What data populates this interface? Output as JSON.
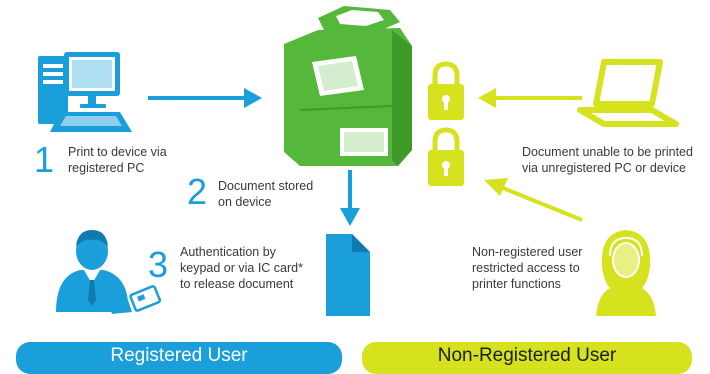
{
  "colors": {
    "registered_blue": "#1a9fdb",
    "nonregistered_lime": "#d6e21e",
    "device_green": "#55b83a",
    "text_dark": "#3a3a3a"
  },
  "icons": {
    "pc": "desktop-computer-icon",
    "device": "multifunction-printer-icon",
    "document": "document-icon",
    "registered_user": "business-man-icon",
    "ic_card": "ic-card-icon",
    "laptop": "laptop-icon",
    "lock_top": "padlock-icon",
    "lock_bottom": "padlock-icon",
    "nonregistered_user": "woman-user-icon"
  },
  "steps": [
    {
      "number": "1",
      "lines": [
        "Print to device via",
        "registered PC"
      ]
    },
    {
      "number": "2",
      "lines": [
        "Document stored",
        "on device"
      ]
    },
    {
      "number": "3",
      "lines": [
        "Authentication by",
        "keypad or via IC card*",
        "to release document"
      ]
    }
  ],
  "nonregistered": {
    "laptop_caption": [
      "Document unable to be printed",
      "via unregistered PC or device"
    ],
    "user_caption": [
      "Non-registered user",
      "restricted access to",
      "printer functions"
    ]
  },
  "bars": {
    "registered": "Registered User",
    "nonregistered": "Non-Registered User"
  }
}
